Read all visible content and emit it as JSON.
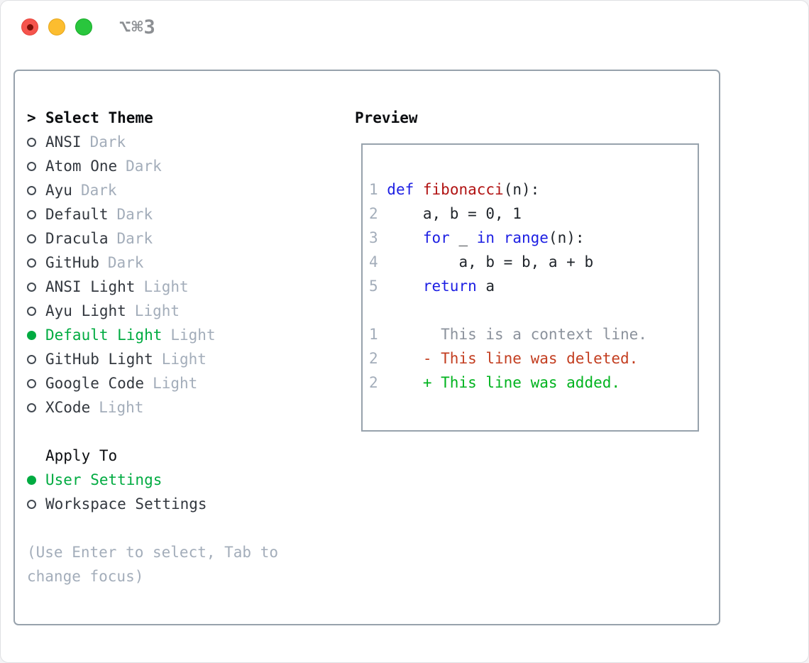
{
  "window": {
    "title": "⌥⌘3"
  },
  "titlebar": {
    "buttons": [
      "close",
      "minimize",
      "zoom"
    ]
  },
  "theme_panel": {
    "header": {
      "prefix": ">",
      "label": "Select Theme"
    },
    "themes": [
      {
        "name": "ANSI",
        "tag": "Dark",
        "selected": false
      },
      {
        "name": "Atom One",
        "tag": "Dark",
        "selected": false
      },
      {
        "name": "Ayu",
        "tag": "Dark",
        "selected": false
      },
      {
        "name": "Default",
        "tag": "Dark",
        "selected": false
      },
      {
        "name": "Dracula",
        "tag": "Dark",
        "selected": false
      },
      {
        "name": "GitHub",
        "tag": "Dark",
        "selected": false
      },
      {
        "name": "ANSI Light",
        "tag": "Light",
        "selected": false
      },
      {
        "name": "Ayu Light",
        "tag": "Light",
        "selected": false
      },
      {
        "name": "Default Light",
        "tag": "Light",
        "selected": true
      },
      {
        "name": "GitHub Light",
        "tag": "Light",
        "selected": false
      },
      {
        "name": "Google Code",
        "tag": "Light",
        "selected": false
      },
      {
        "name": "XCode",
        "tag": "Light",
        "selected": false
      }
    ],
    "apply_to": {
      "label": "Apply To",
      "options": [
        {
          "name": "User Settings",
          "selected": true
        },
        {
          "name": "Workspace Settings",
          "selected": false
        }
      ]
    },
    "hint": "(Use Enter to select, Tab to change focus)"
  },
  "preview": {
    "title": "Preview",
    "lines": [
      [
        {
          "text": "1 ",
          "style": "num"
        },
        {
          "text": "def",
          "style": "kw"
        },
        {
          "text": " ",
          "style": "plain"
        },
        {
          "text": "fibonacci",
          "style": "fn"
        },
        {
          "text": "(n):",
          "style": "plain"
        }
      ],
      [
        {
          "text": "2",
          "style": "num"
        },
        {
          "text": "     a, b = 0, 1",
          "style": "plain"
        }
      ],
      [
        {
          "text": "3",
          "style": "num"
        },
        {
          "text": "     ",
          "style": "plain"
        },
        {
          "text": "for",
          "style": "kw"
        },
        {
          "text": " _ ",
          "style": "plain"
        },
        {
          "text": "in",
          "style": "kw"
        },
        {
          "text": " ",
          "style": "plain"
        },
        {
          "text": "range",
          "style": "kw"
        },
        {
          "text": "(n):",
          "style": "plain"
        }
      ],
      [
        {
          "text": "4",
          "style": "num"
        },
        {
          "text": "         a, b = b, a + b",
          "style": "plain"
        }
      ],
      [
        {
          "text": "5",
          "style": "num"
        },
        {
          "text": "     ",
          "style": "plain"
        },
        {
          "text": "return",
          "style": "kw"
        },
        {
          "text": " a",
          "style": "plain"
        }
      ],
      [],
      [
        {
          "text": "1",
          "style": "num"
        },
        {
          "text": "       This is a context line.",
          "style": "ctx"
        }
      ],
      [
        {
          "text": "2",
          "style": "num"
        },
        {
          "text": "     ",
          "style": "plain"
        },
        {
          "text": "- This line was deleted.",
          "style": "del"
        }
      ],
      [
        {
          "text": "2",
          "style": "num"
        },
        {
          "text": "     ",
          "style": "plain"
        },
        {
          "text": "+ This line was added.",
          "style": "add"
        }
      ]
    ]
  },
  "colors": {
    "accent_green": "#00ab41",
    "keyword_blue": "#1d1fe3",
    "function_red": "#b11313",
    "deleted_red": "#c33e20",
    "added_green": "#00b31e",
    "muted_gray": "#a3adba",
    "panel_border": "#97a2ac",
    "traffic_red": "#f5544d",
    "traffic_yellow": "#fcbd2f",
    "traffic_green": "#29c63d"
  }
}
